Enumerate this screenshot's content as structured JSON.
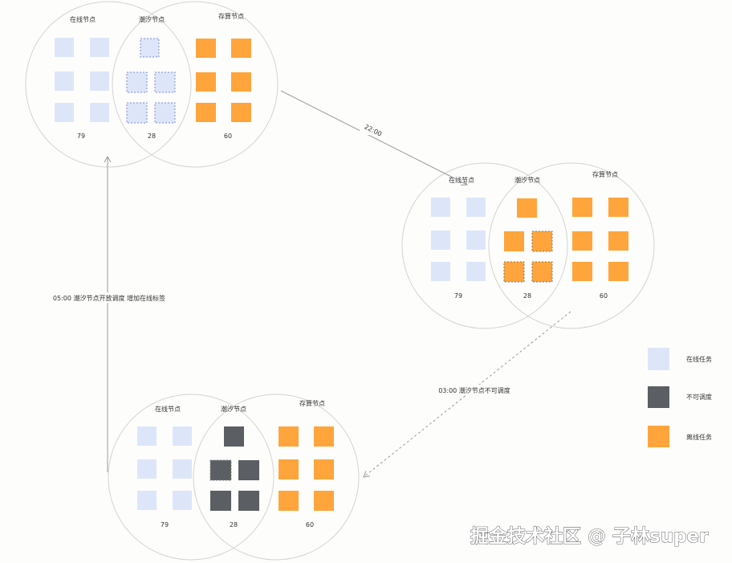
{
  "colors": {
    "online": "#dde6f9",
    "unschedulable": "#5b5f63",
    "offline": "#ffa53c",
    "circle_stroke": "#d3d3d3",
    "arrow": "#9a9a9a",
    "dashed_border": "#7a8ad8"
  },
  "clusters": [
    {
      "online_label": "在线节点",
      "tidal_label": "潮汐节点",
      "storage_label": "存算节点",
      "online_count": "79",
      "tidal_count": "28",
      "storage_count": "60"
    },
    {
      "online_label": "在线节点",
      "tidal_label": "潮汐节点",
      "storage_label": "存算节点",
      "online_count": "79",
      "tidal_count": "28",
      "storage_count": "60"
    },
    {
      "online_label": "在线节点",
      "tidal_label": "潮汐节点",
      "storage_label": "存算节点",
      "online_count": "79",
      "tidal_count": "28",
      "storage_count": "60"
    }
  ],
  "edges": [
    {
      "label": "22:00"
    },
    {
      "label": "03:00 潮汐节点不可调度"
    },
    {
      "label": "05:00 潮汐节点开放调度 增加在线标签"
    }
  ],
  "legend": [
    {
      "label": "在线任务",
      "color": "#dde6f9"
    },
    {
      "label": "不可调度",
      "color": "#5b5f63"
    },
    {
      "label": "离线任务",
      "color": "#ffa53c"
    }
  ],
  "watermark": "掘金技术社区 @ 子林super"
}
